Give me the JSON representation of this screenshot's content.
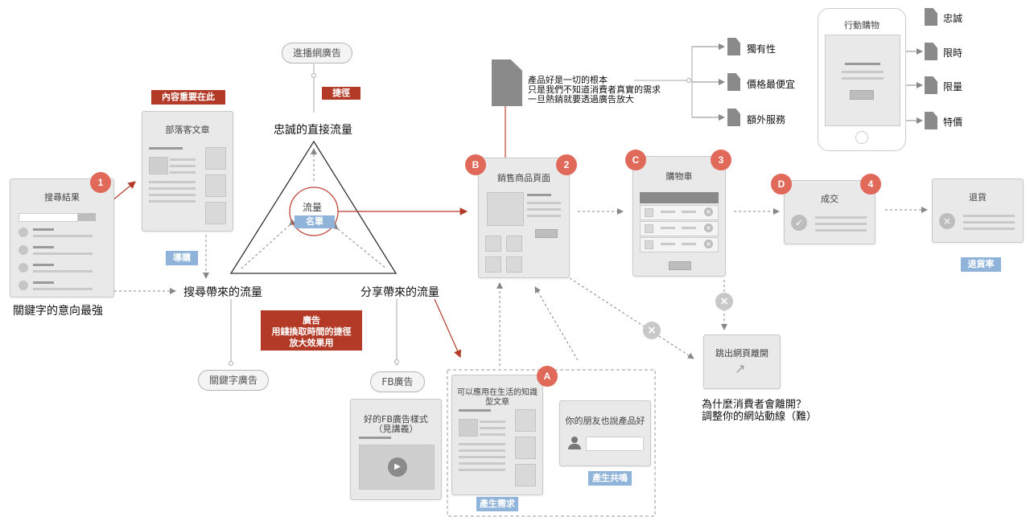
{
  "colors": {
    "accent_red": "#b23a26",
    "badge_red": "#e0695a",
    "tag_blue": "#8fb3d9",
    "line_gray": "#888888"
  },
  "search_results": {
    "title": "搜尋結果",
    "caption": "關鍵字的意向最強"
  },
  "blog": {
    "title": "部落客文章",
    "red_tag": "內容重要在此",
    "blue_tag": "導購"
  },
  "viral_ad": {
    "pill": "進播網廣告",
    "red_tag": "捷徑"
  },
  "triangle": {
    "top_label": "忠誠的直接流量",
    "left_label": "搜尋帶來的流量",
    "right_label": "分享帶來的流量",
    "center_label": "流量",
    "center_tag": "名單"
  },
  "ad_note": {
    "line1": "廣告",
    "line2": "用錢換取時間的捷徑",
    "line3": "放大效果用"
  },
  "keyword_ad": {
    "pill": "關鍵字廣告"
  },
  "fb_ad": {
    "pill": "FB廣告",
    "card_title_1": "好的FB廣告樣式",
    "card_title_2": "（見講義）"
  },
  "product_note": {
    "line1": "產品好是一切的根本",
    "line2": "只是我們不知道消費者真實的需求",
    "line3": "一旦熱銷就要透過廣告放大"
  },
  "product_page": {
    "title": "銷售商品頁面",
    "badge_letter": "B",
    "badge_number": "2"
  },
  "cart": {
    "title": "購物車",
    "badge_letter": "C",
    "badge_number": "3"
  },
  "deal": {
    "title": "成交",
    "badge_letter": "D",
    "badge_number": "4"
  },
  "return": {
    "title": "退貨",
    "blue_tag": "退貨率"
  },
  "bounce": {
    "title": "跳出網頁離開",
    "question_1": "為什麼消費者會離開？",
    "question_2": "調整你的網站動線（難）"
  },
  "mobile": {
    "title": "行動購物"
  },
  "side_labels": [
    "獨有性",
    "價格最便宜",
    "額外服務"
  ],
  "mobile_labels": [
    "忠誠",
    "限時",
    "限量",
    "特價"
  ],
  "content_group": {
    "badge_letter": "A",
    "article_title_1": "可以應用在生活的知識",
    "article_title_2": "型文章",
    "article_tag": "產生需求",
    "friend_title": "你的朋友也說產品好",
    "friend_tag": "產生共鳴"
  },
  "search_badge": "1"
}
